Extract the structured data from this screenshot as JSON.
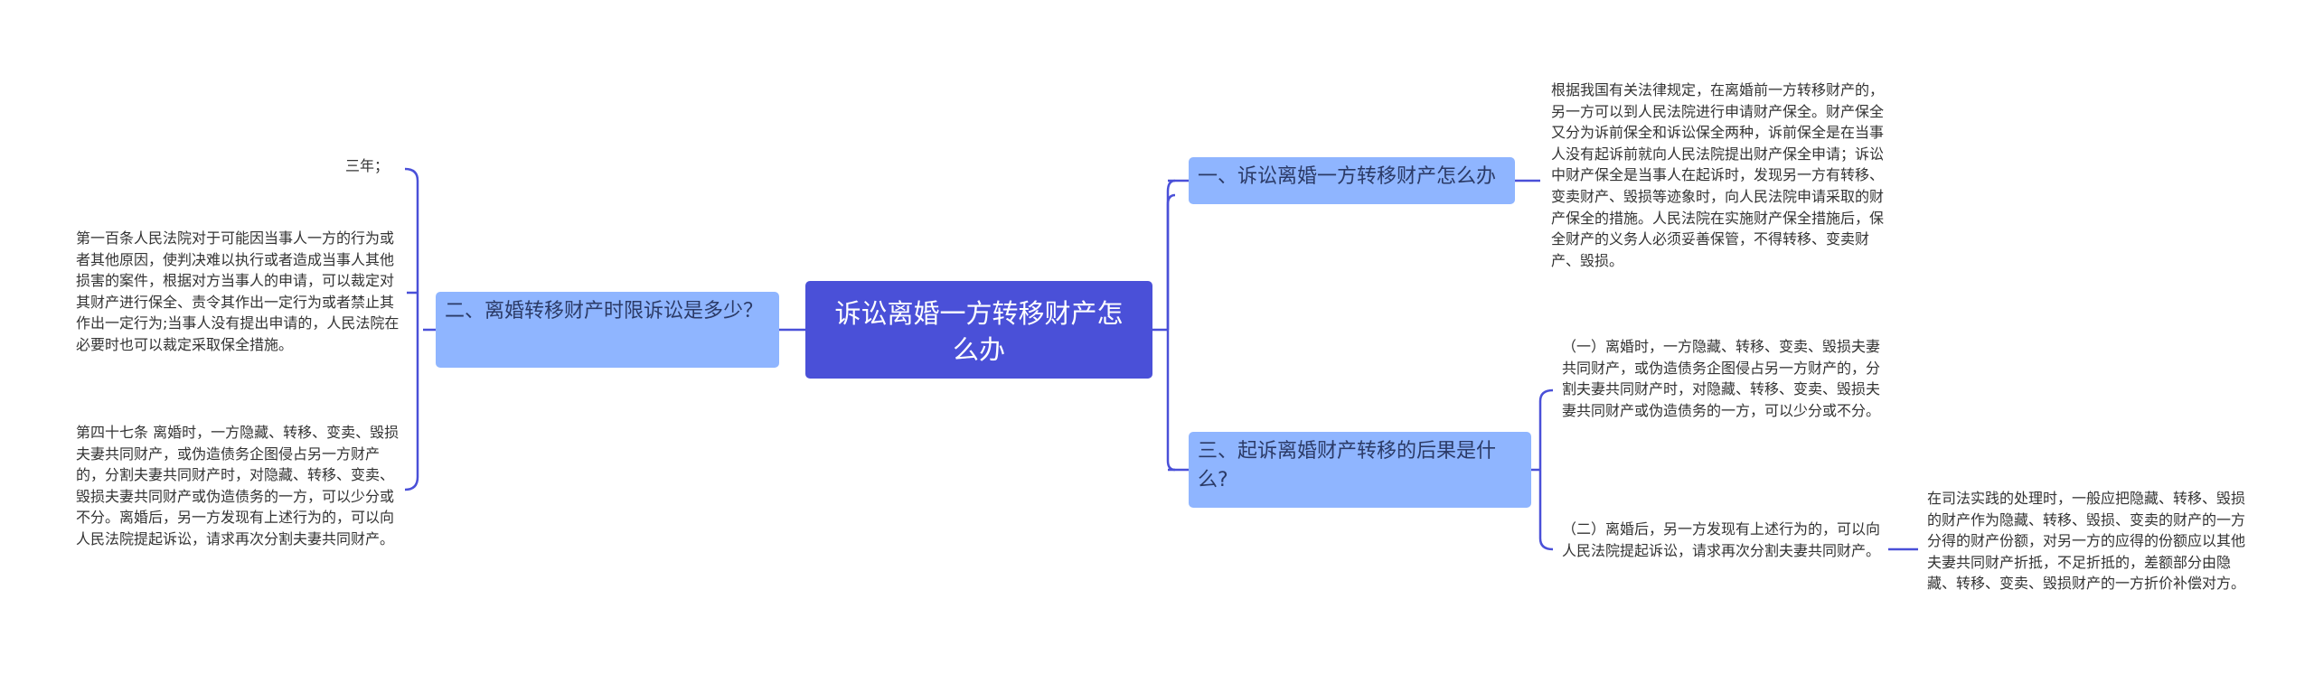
{
  "center": {
    "title": "诉讼离婚一方转移财产怎么办"
  },
  "left": {
    "branch": {
      "label": "二、离婚转移财产时限诉讼是多少？"
    },
    "items": [
      "三年；",
      "第一百条人民法院对于可能因当事人一方的行为或者其他原因，使判决难以执行或者造成当事人其他损害的案件，根据对方当事人的申请，可以裁定对其财产进行保全、责令其作出一定行为或者禁止其作出一定行为;当事人没有提出申请的，人民法院在必要时也可以裁定采取保全措施。",
      "第四十七条 离婚时，一方隐藏、转移、变卖、毁损夫妻共同财产，或伪造债务企图侵占另一方财产的，分割夫妻共同财产时，对隐藏、转移、变卖、毁损夫妻共同财产或伪造债务的一方，可以少分或不分。离婚后，另一方发现有上述行为的，可以向人民法院提起诉讼，请求再次分割夫妻共同财产。"
    ]
  },
  "right": {
    "branch1": {
      "label": "一、诉讼离婚一方转移财产怎么办",
      "detail": "根据我国有关法律规定，在离婚前一方转移财产的，另一方可以到人民法院进行申请财产保全。财产保全又分为诉前保全和诉讼保全两种，诉前保全是在当事人没有起诉前就向人民法院提出财产保全申请；诉讼中财产保全是当事人在起诉时，发现另一方有转移、变卖财产、毁损等迹象时，向人民法院申请采取的财产保全的措施。人民法院在实施财产保全措施后，保全财产的义务人必须妥善保管，不得转移、变卖财产、毁损。"
    },
    "branch3": {
      "label": "三、起诉离婚财产转移的后果是什么?",
      "items": [
        "（一）离婚时，一方隐藏、转移、变卖、毁损夫妻共同财产，或伪造债务企图侵占另一方财产的，分割夫妻共同财产时，对隐藏、转移、变卖、毁损夫妻共同财产或伪造债务的一方，可以少分或不分。",
        "（二）离婚后，另一方发现有上述行为的，可以向人民法院提起诉讼，请求再次分割夫妻共同财产。"
      ],
      "subitem": "在司法实践的处理时，一般应把隐藏、转移、毁损的财产作为隐藏、转移、毁损、变卖的财产的一方分得的财产份额，对另一方的应得的份额应以其他夫妻共同财产折抵，不足折抵的，差额部分由隐藏、转移、变卖、毁损财产的一方折价补偿对方。"
    }
  },
  "colors": {
    "center": "#4a50d8",
    "branch": "#8fb5ff",
    "line": "#4a50d8"
  }
}
